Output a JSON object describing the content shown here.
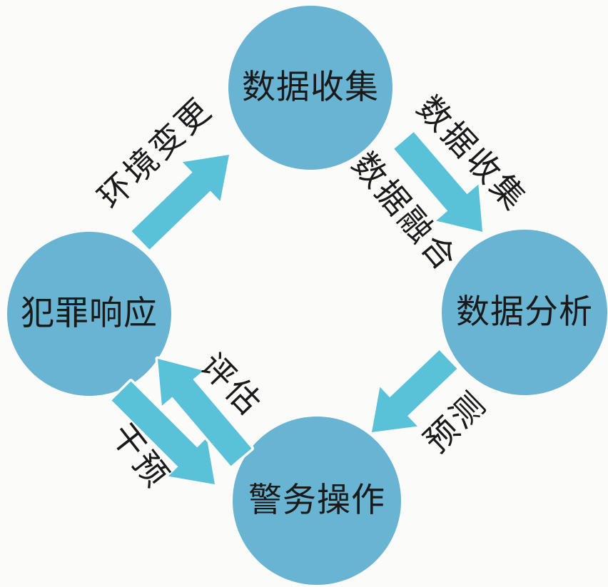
{
  "nodes": [
    {
      "id": "data-collection",
      "label": "数据收集",
      "position": "top"
    },
    {
      "id": "data-analysis",
      "label": "数据分析",
      "position": "right"
    },
    {
      "id": "police-operations",
      "label": "警务操作",
      "position": "bottom"
    },
    {
      "id": "crime-response",
      "label": "犯罪响应",
      "position": "left"
    }
  ],
  "edges": [
    {
      "from": "数据收集",
      "to": "数据分析",
      "labels": [
        "数据收集",
        "数据融合"
      ]
    },
    {
      "from": "数据分析",
      "to": "警务操作",
      "labels": [
        "预测"
      ]
    },
    {
      "from": "警务操作",
      "to": "犯罪响应",
      "labels": [
        "评估"
      ]
    },
    {
      "from": "犯罪响应",
      "to": "警务操作",
      "labels": [
        "干预"
      ]
    },
    {
      "from": "犯罪响应",
      "to": "数据收集",
      "labels": [
        "环境变更"
      ]
    }
  ],
  "colors": {
    "node_fill": "#69B4D2",
    "arrow_fill": "#59C1D8",
    "text": "#1a1a1a",
    "background": "#fbfbfa"
  }
}
